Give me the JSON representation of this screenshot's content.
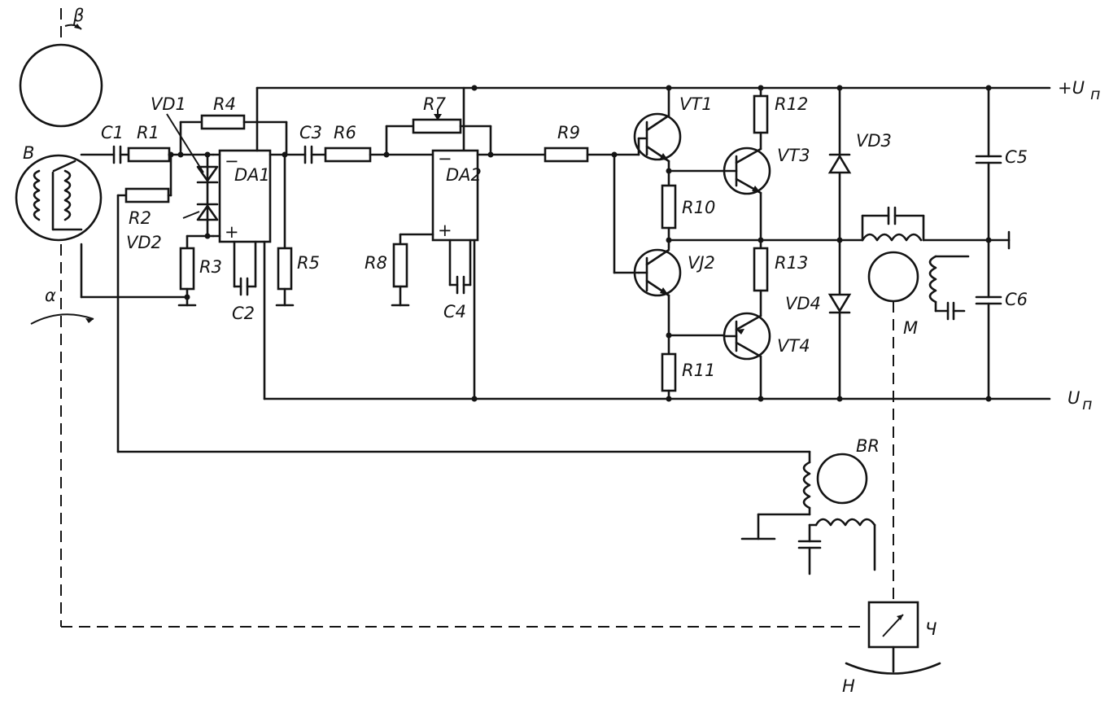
{
  "labels": {
    "beta": "β",
    "b": "B",
    "alpha": "α",
    "c1": "C1",
    "r1": "R1",
    "r2": "R2",
    "vd1": "VD1",
    "vd2": "VD2",
    "r3": "R3",
    "r4": "R4",
    "da1": "DA1",
    "minus1": "−",
    "plus1": "+",
    "c2": "C2",
    "r5": "R5",
    "c3": "C3",
    "r6": "R6",
    "r7": "R7",
    "da2": "DA2",
    "minus2": "−",
    "plus2": "+",
    "r8": "R8",
    "c4": "C4",
    "r9": "R9",
    "vt1": "VT1",
    "vt2": "VJ2",
    "vt3": "VT3",
    "vt4": "VT4",
    "r10": "R10",
    "r11": "R11",
    "r12": "R12",
    "r13": "R13",
    "vd3": "VD3",
    "vd4": "VD4",
    "c5": "C5",
    "c6": "C6",
    "m": "M",
    "br": "BR",
    "ch": "Ч",
    "h": "H",
    "up_top": "+U",
    "up_top_sub": "п",
    "up_bot": "U",
    "up_bot_sub": "п"
  }
}
